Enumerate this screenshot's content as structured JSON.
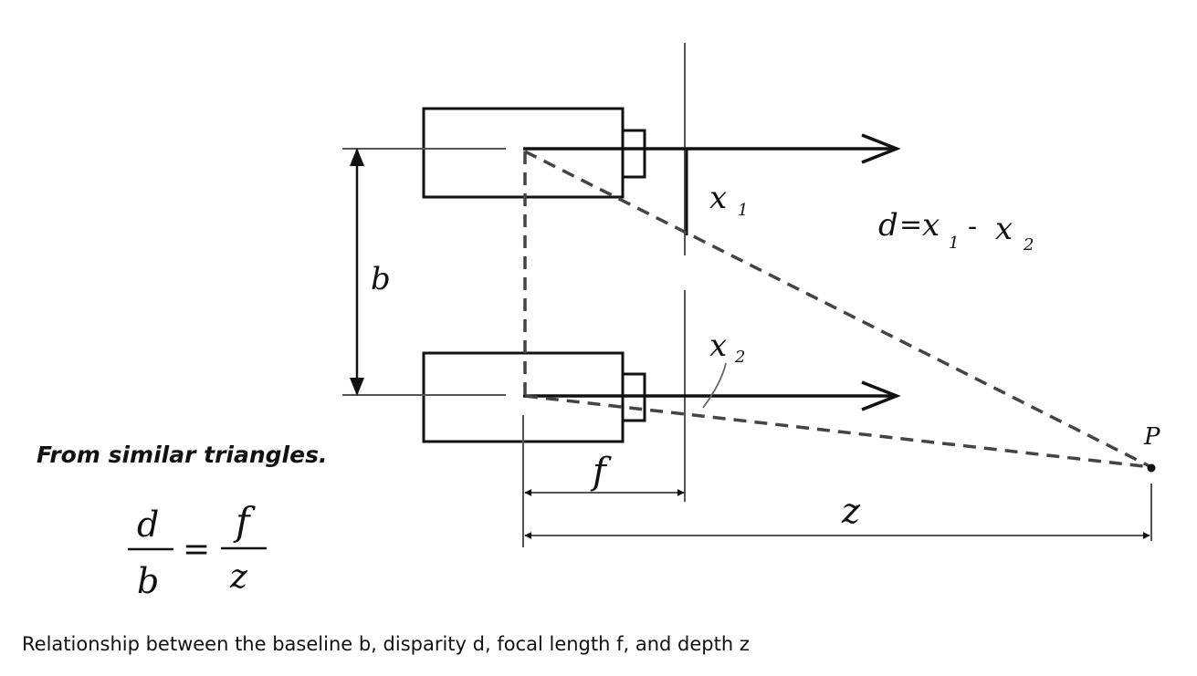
{
  "heading": "From similar triangles.",
  "caption": "Relationship between the baseline b, disparity d, focal length f, and depth z",
  "labels": {
    "baseline": "b",
    "focal": "f",
    "depth": "z",
    "point": "P",
    "x1": "x",
    "x1_sub": "1",
    "x2": "x",
    "x2_sub": "2"
  },
  "disparity_eq": {
    "lhs": "d",
    "eq": "=",
    "x1": "x",
    "x1_sub": "1",
    "minus": "-",
    "x2": "x",
    "x2_sub": "2"
  },
  "fraction_eq": {
    "num_left": "d",
    "den_left": "b",
    "eq": "=",
    "num_right": "f",
    "den_right": "z"
  },
  "colors": {
    "ink": "#111111",
    "dashed": "#444444",
    "guide": "#555555"
  }
}
